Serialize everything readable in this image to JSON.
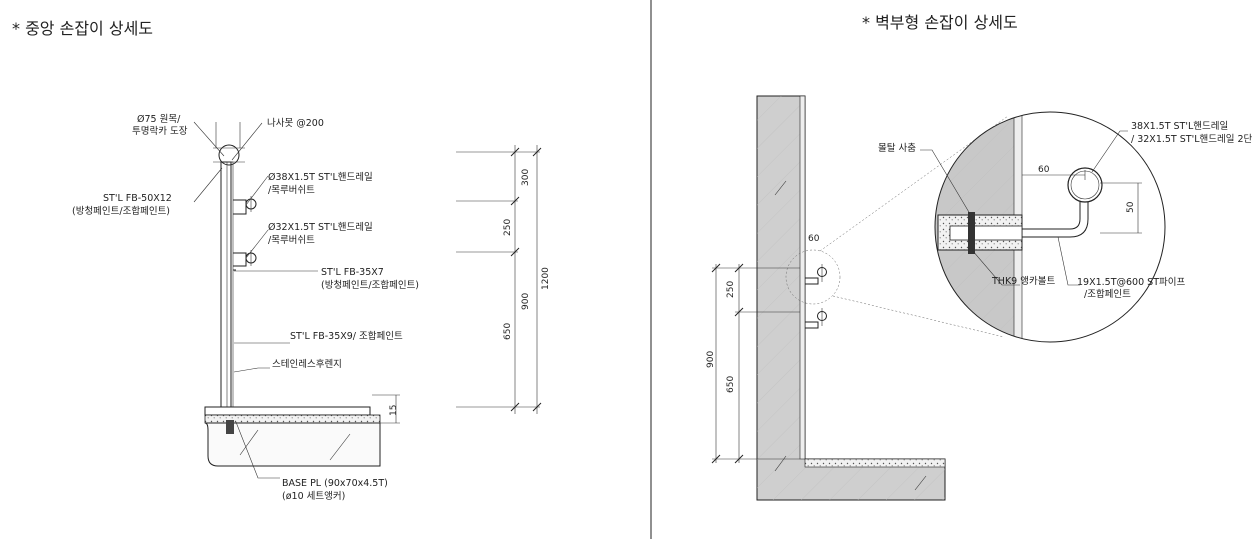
{
  "left_section": {
    "title": "* 중앙 손잡이 상세도",
    "labels": {
      "cap_1": "Ø75 원목/",
      "cap_2": "투명락카 도장",
      "screw": "나사못 @200",
      "post_1": "ST'L FB-50X12",
      "post_2": "(방청페인트/조합페인트)",
      "rail38_1": "Ø38X1.5T ST'L핸드레일",
      "rail38_2": "/목루버쉬트",
      "rail32_1": "Ø32X1.5T ST'L핸드레일",
      "rail32_2": "/목루버쉬트",
      "fb35x7_1": "ST'L FB-35X7",
      "fb35x7_2": "(방청페인트/조합페인트)",
      "fb35x9": "ST'L FB-35X9/ 조합페인트",
      "stainless": "스테인레스후렌지",
      "base_1": "BASE PL (90x70x4.5T)",
      "base_2": "(ø10 세트앵커)"
    },
    "dimensions": [
      "300",
      "250",
      "900",
      "1200",
      "650",
      "15"
    ]
  },
  "right_section": {
    "title": "* 벽부형 손잡이 상세도",
    "labels": {
      "rail_1": "38X1.5T ST'L핸드레일",
      "rail_2": "/ 32X1.5T ST'L핸드레일 2단",
      "mortar": "몰탈 사춤",
      "dim60": "60",
      "dim50": "50",
      "angle": "THK9 앵카볼트",
      "pipe_1": "19X1.5T@600 ST파이프",
      "pipe_2": "/조합페인트",
      "small60": "60"
    },
    "dimensions": [
      "250",
      "900",
      "650"
    ]
  }
}
